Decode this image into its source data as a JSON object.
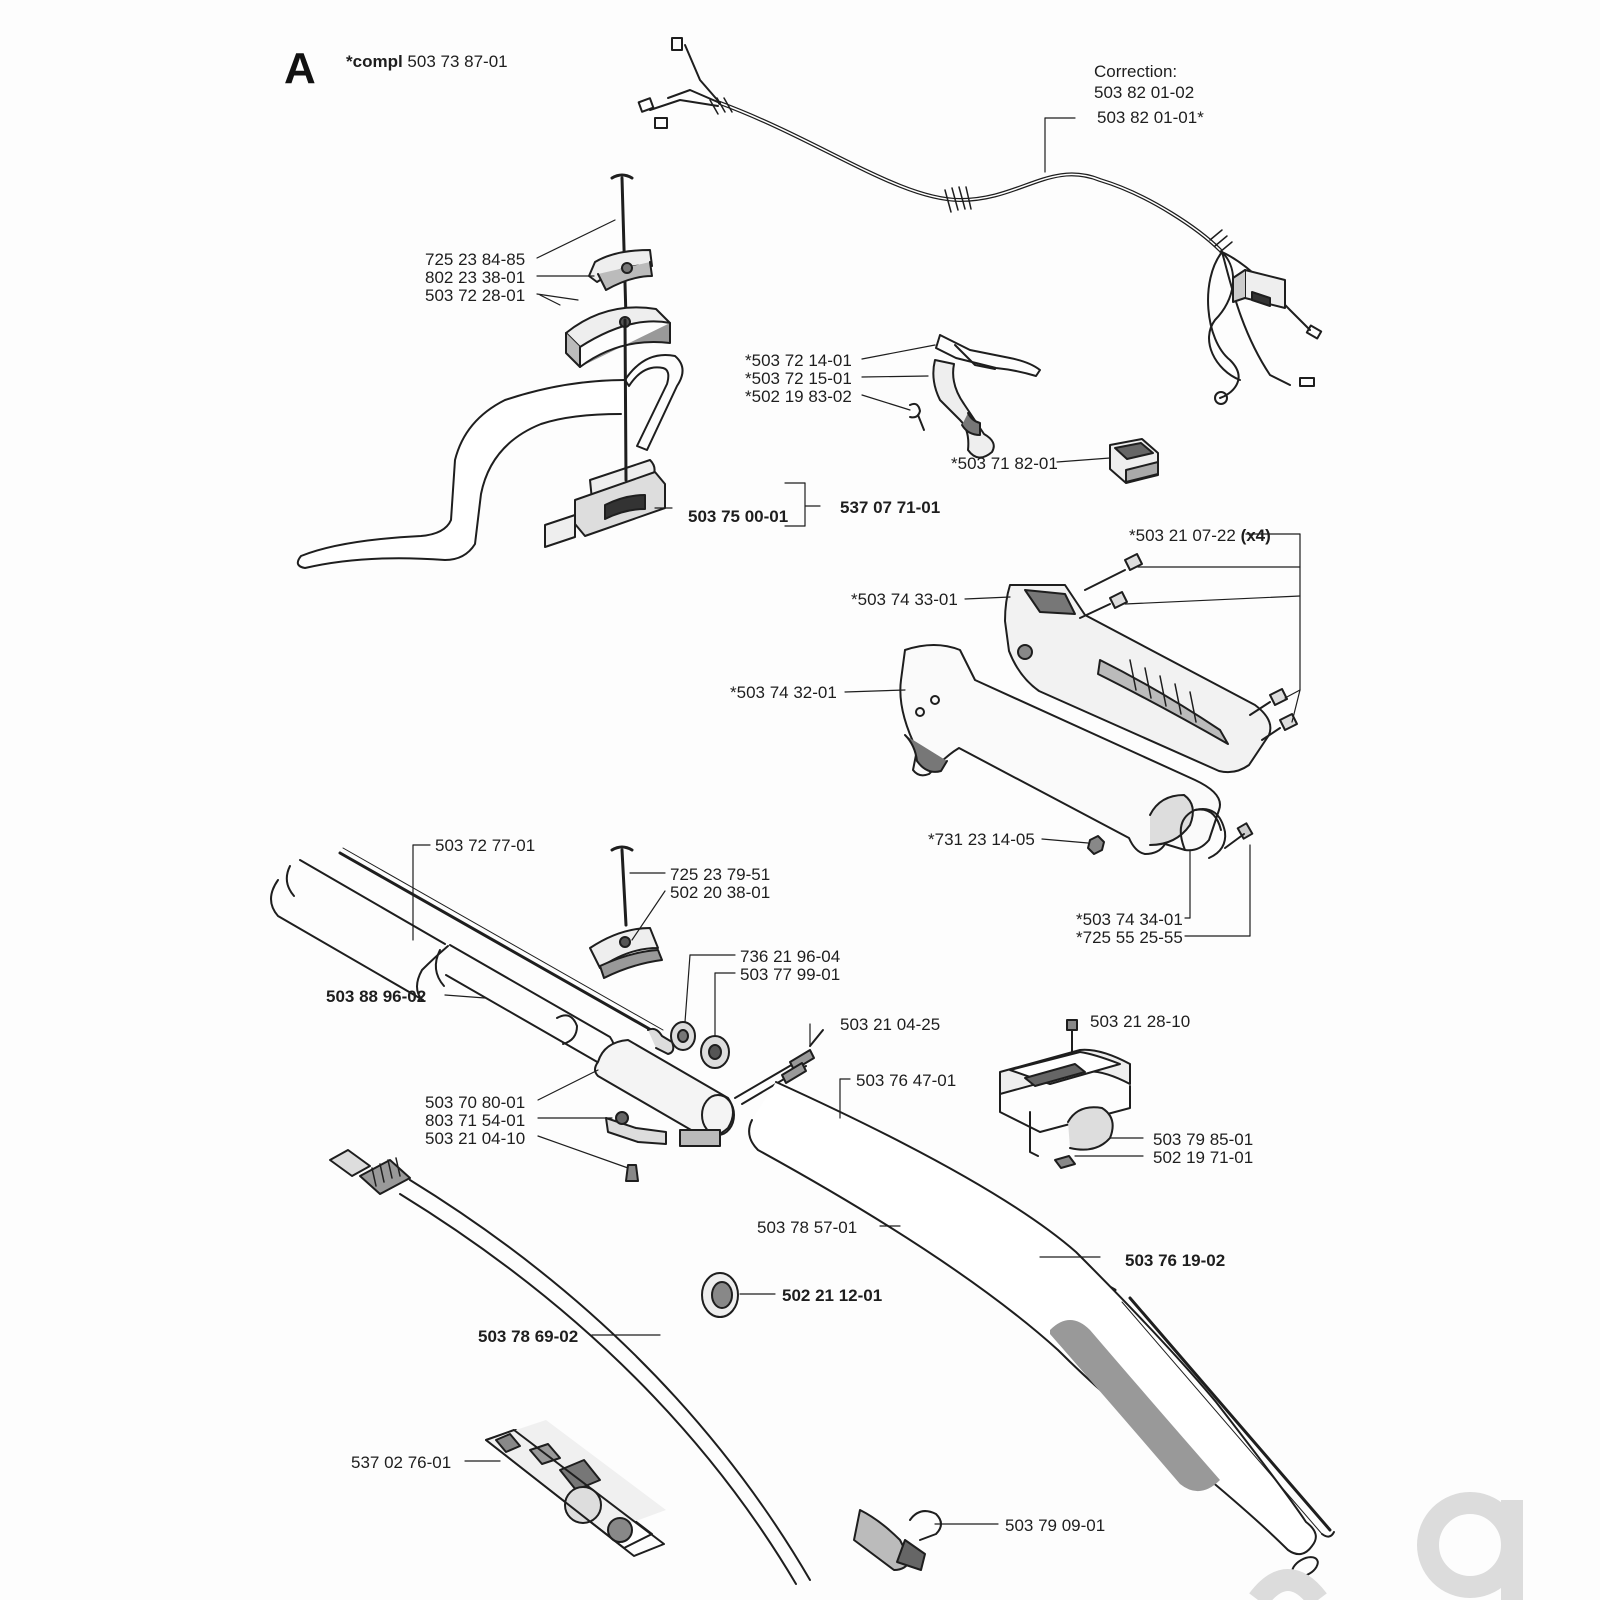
{
  "section": "A",
  "compl": {
    "prefix": "*compl",
    "number": "503 73 87-01"
  },
  "correction": {
    "heading": "Correction:",
    "new_number": "503 82 01-02",
    "old_number": "503 82 01-01*"
  },
  "parts": {
    "p01": "725 23 84-85",
    "p02": "802 23 38-01",
    "p03": "503 72 28-01",
    "p04": "*503 72 14-01",
    "p05": "*503 72 15-01",
    "p06": "*502 19 83-02",
    "p07": "*503 71 82-01",
    "p08": "503 75 00-01",
    "p09": "537 07 71-01",
    "p10": "*503 21 07-22",
    "p10_qty": "(x4)",
    "p11": "*503 74 33-01",
    "p12": "*503 74 32-01",
    "p13": "*731 23 14-05",
    "p14": "*503 74 34-01",
    "p15": "*725 55 25-55",
    "p16": "503 72 77-01",
    "p17": "725 23 79-51",
    "p18": "502 20 38-01",
    "p19": "736 21 96-04",
    "p20": "503 77 99-01",
    "p21": "503 88 96-02",
    "p22": "503 21 04-25",
    "p23": "503 21 28-10",
    "p24": "503 76 47-01",
    "p25": "503 70 80-01",
    "p26": "803 71 54-01",
    "p27": "503 21 04-10",
    "p28": "503 79 85-01",
    "p29": "502 19 71-01",
    "p30": "503 78 57-01",
    "p31": "503 76 19-02",
    "p32": "502 21 12-01",
    "p33": "503 78 69-02",
    "p34": "537 02 76-01",
    "p35": "503 79 09-01"
  },
  "colors": {
    "ink": "#1e1e1e",
    "fill_dark": "#8a8a8a",
    "fill_mid": "#c7c7c7",
    "fill_light": "#eeeeee",
    "brand": "#d8d8d8"
  }
}
